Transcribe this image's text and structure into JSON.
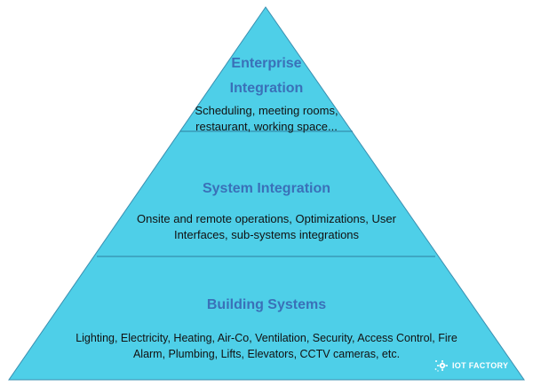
{
  "diagram": {
    "fill_color": "#4ecfe8",
    "line_color": "#3a8fb0",
    "title_color": "#3a70b8",
    "tiers": [
      {
        "id": "enterprise",
        "title_lines": [
          "Enterprise",
          "Integration"
        ],
        "description_lines": [
          "Scheduling, meeting rooms,",
          "restaurant, working space..."
        ]
      },
      {
        "id": "system",
        "title_lines": [
          "System Integration"
        ],
        "description_lines": [
          "Onsite and remote operations, Optimizations, User",
          "Interfaces, sub-systems integrations"
        ]
      },
      {
        "id": "building",
        "title_lines": [
          "Building Systems"
        ],
        "description_lines": [
          "Lighting, Electricity, Heating, Air-Co, Ventilation, Security, Access Control, Fire",
          "Alarm, Plumbing, Lifts, Elevators, CCTV cameras, etc."
        ]
      }
    ]
  },
  "logo": {
    "text": "IOT FACTORY",
    "icon": "gear-icon"
  }
}
